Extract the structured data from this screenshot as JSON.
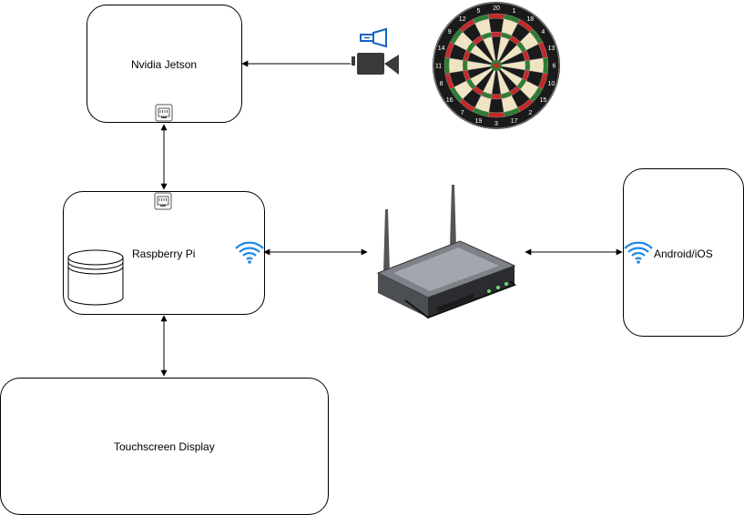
{
  "nodes": {
    "jetson": {
      "label": "Nvidia Jetson"
    },
    "raspberry": {
      "label": "Raspberry Pi"
    },
    "touchscreen": {
      "label": "Touchscreen Display"
    },
    "phone": {
      "label": "Android/iOS"
    }
  },
  "dartboard": {
    "numbers": [
      "20",
      "1",
      "18",
      "4",
      "13",
      "6",
      "10",
      "15",
      "2",
      "17",
      "3",
      "19",
      "7",
      "16",
      "8",
      "11",
      "14",
      "9",
      "12",
      "5"
    ]
  },
  "colors": {
    "stroke": "#000000",
    "wifi": "#1e88e5",
    "camera": "#3a3a3a",
    "flash": "#1565c0",
    "dart_red": "#c62828",
    "dart_green": "#2e7d32",
    "dart_black": "#1a1a1a",
    "dart_cream": "#f1e4c3"
  },
  "icons": [
    "ethernet-port-icon",
    "wifi-icon",
    "database-icon",
    "camera-icon",
    "flashlight-icon",
    "router-icon",
    "dartboard-icon"
  ]
}
